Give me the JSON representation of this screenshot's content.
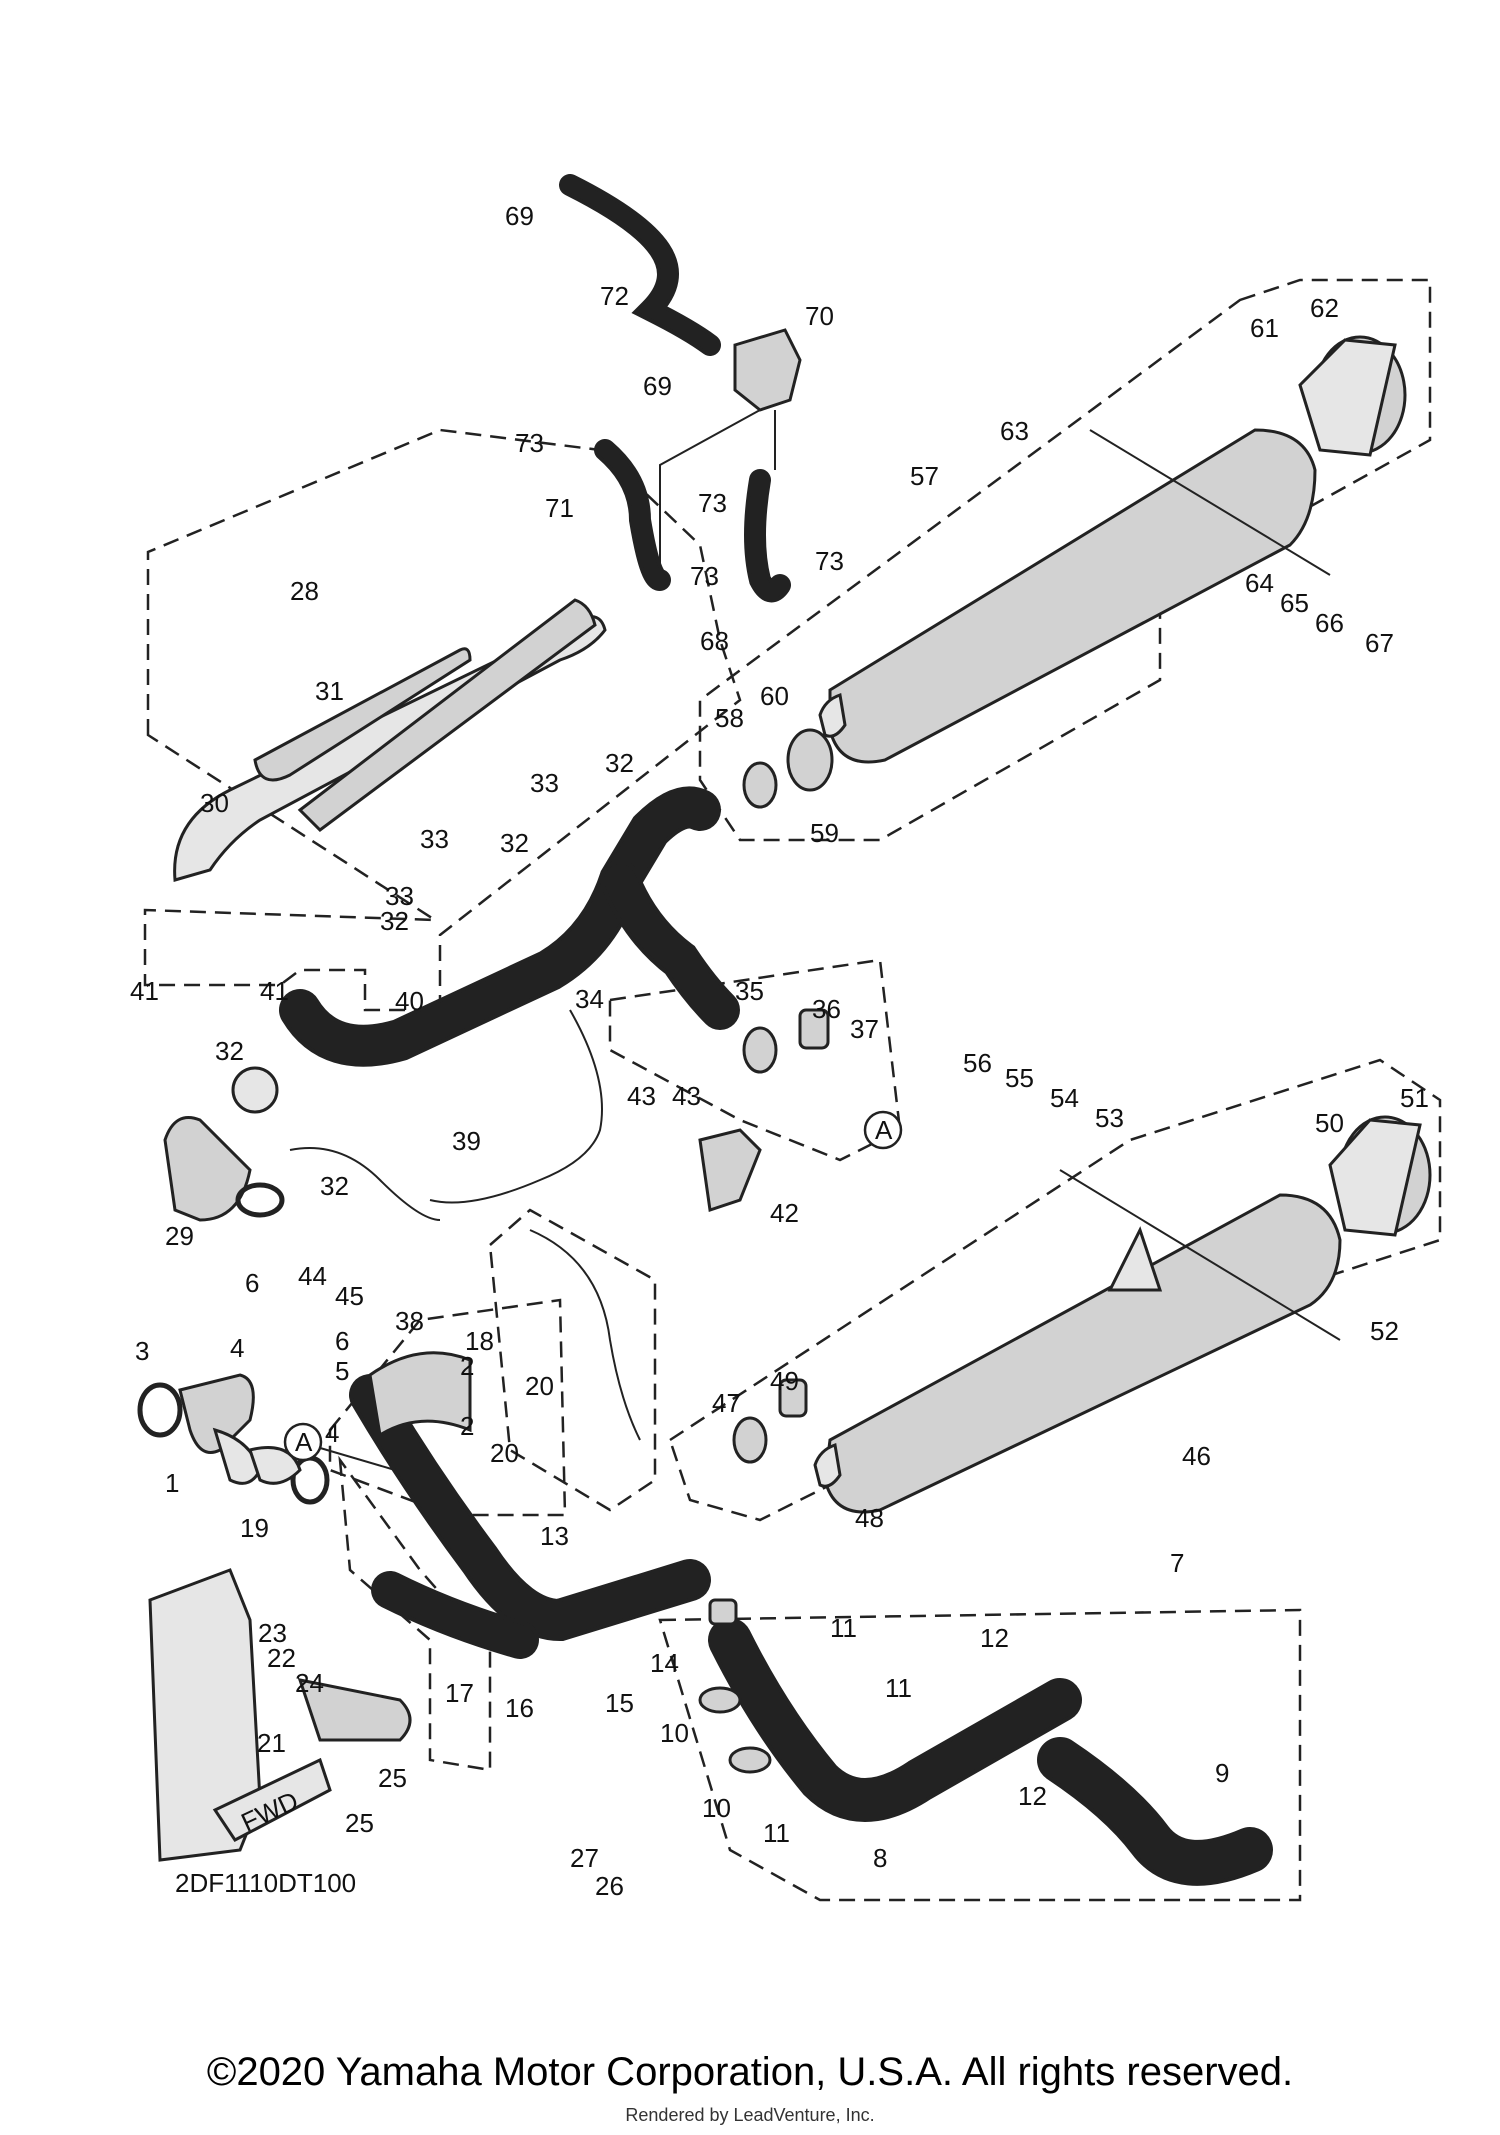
{
  "diagram": {
    "callouts": {
      "c1": "1",
      "c2a": "2",
      "c2b": "2",
      "c3": "3",
      "c4a": "4",
      "c4b": "4",
      "c5": "5",
      "c6a": "6",
      "c6b": "6",
      "c7": "7",
      "c8": "8",
      "c9": "9",
      "c10a": "10",
      "c10b": "10",
      "c11a": "11",
      "c11b": "11",
      "c11c": "11",
      "c12a": "12",
      "c12b": "12",
      "c13": "13",
      "c14": "14",
      "c15": "15",
      "c16": "16",
      "c17": "17",
      "c18": "18",
      "c19": "19",
      "c20a": "20",
      "c20b": "20",
      "c21": "21",
      "c22": "22",
      "c23": "23",
      "c24": "24",
      "c25a": "25",
      "c25b": "25",
      "c26": "26",
      "c27": "27",
      "c28": "28",
      "c29": "29",
      "c30": "30",
      "c31": "31",
      "c32a": "32",
      "c32b": "32",
      "c32c": "32",
      "c32d": "32",
      "c32e": "32",
      "c33a": "33",
      "c33b": "33",
      "c33c": "33",
      "c34": "34",
      "c35": "35",
      "c36": "36",
      "c37": "37",
      "c38": "38",
      "c39": "39",
      "c40": "40",
      "c41a": "41",
      "c41b": "41",
      "c42": "42",
      "c43a": "43",
      "c43b": "43",
      "c44": "44",
      "c45": "45",
      "c46": "46",
      "c47": "47",
      "c48": "48",
      "c49": "49",
      "c50": "50",
      "c51": "51",
      "c52": "52",
      "c53": "53",
      "c54": "54",
      "c55": "55",
      "c56": "56",
      "c57": "57",
      "c58": "58",
      "c59": "59",
      "c60": "60",
      "c61": "61",
      "c62": "62",
      "c63": "63",
      "c64": "64",
      "c65": "65",
      "c66": "66",
      "c67": "67",
      "c68": "68",
      "c69a": "69",
      "c69b": "69",
      "c70": "70",
      "c71": "71",
      "c72": "72",
      "c73a": "73",
      "c73b": "73",
      "c73c": "73",
      "c73d": "73"
    },
    "ref_marker_a": "A",
    "fwd_label": "FWD",
    "diagram_code": "2DF1110DT100"
  },
  "footer": {
    "copyright": "©2020 Yamaha Motor Corporation, U.S.A. All rights reserved.",
    "rendered_by": "Rendered by LeadVenture, Inc."
  }
}
